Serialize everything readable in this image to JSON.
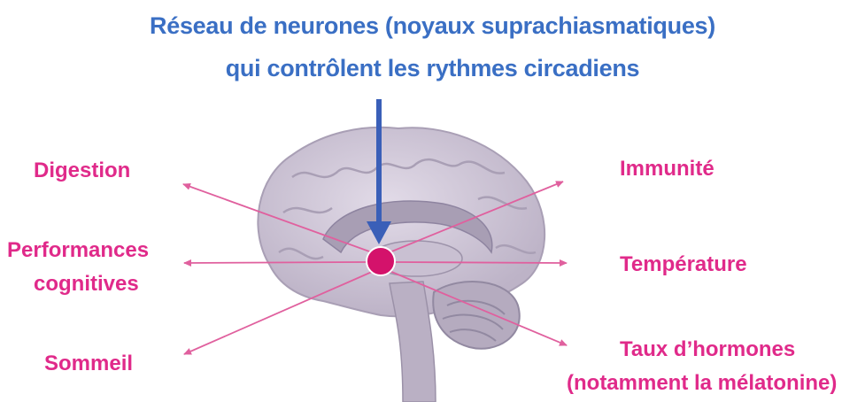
{
  "title": {
    "line1": "Réseau de neurones (noyaux suprachiasmatiques)",
    "line2": "qui contrôlent les rythmes circadiens"
  },
  "labels": {
    "digestion": "Digestion",
    "performances_line1": "Performances",
    "performances_line2": "cognitives",
    "sommeil": "Sommeil",
    "immunite": "Immunité",
    "temperature": "Température",
    "hormones_line1": "Taux d’hormones",
    "hormones_line2": "(notamment la mélatonine)"
  },
  "colors": {
    "title": "#3a6fc4",
    "labels": "#e02a8a",
    "arrows": "#e0609e",
    "nucleus": "#d4126b",
    "pointer_arrow": "#3a5fb8",
    "brain": "#d2cad9"
  }
}
